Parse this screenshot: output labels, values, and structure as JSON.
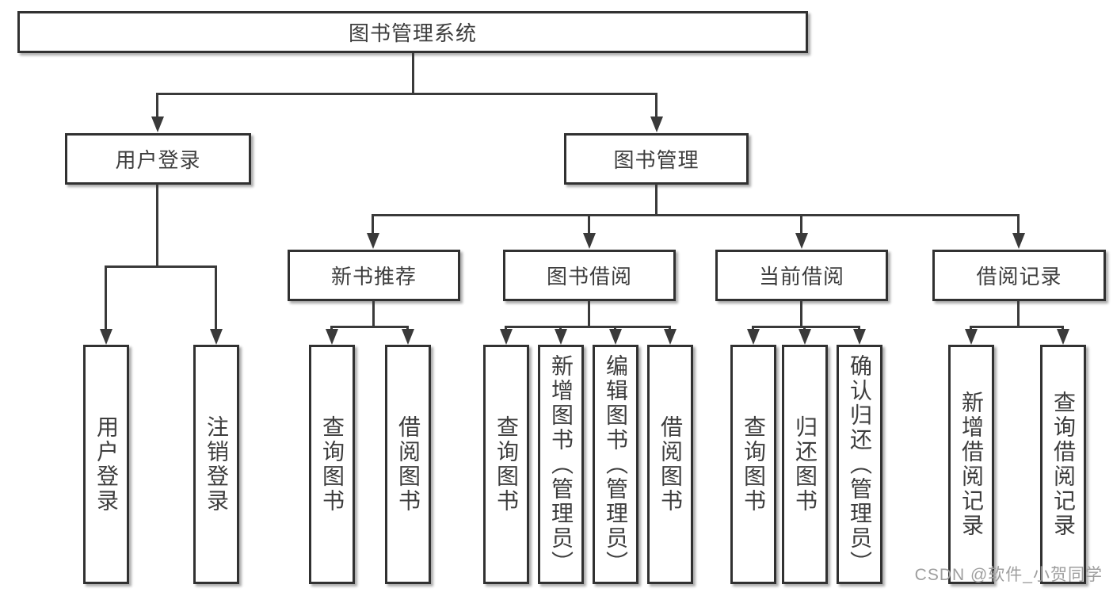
{
  "tree": {
    "label": "图书管理系统",
    "children": [
      {
        "label": "用户登录",
        "children": [
          {
            "label": "用户登录"
          },
          {
            "label": "注销登录"
          }
        ]
      },
      {
        "label": "图书管理",
        "children": [
          {
            "label": "新书推荐",
            "children": [
              {
                "label": "查询图书"
              },
              {
                "label": "借阅图书"
              }
            ]
          },
          {
            "label": "图书借阅",
            "children": [
              {
                "label": "查询图书"
              },
              {
                "label": "新增图书（管理员）"
              },
              {
                "label": "编辑图书（管理员）"
              },
              {
                "label": "借阅图书"
              }
            ]
          },
          {
            "label": "当前借阅",
            "children": [
              {
                "label": "查询图书"
              },
              {
                "label": "归还图书"
              },
              {
                "label": "确认归还（管理员）"
              }
            ]
          },
          {
            "label": "借阅记录",
            "children": [
              {
                "label": "新增借阅记录"
              },
              {
                "label": "查询借阅记录"
              }
            ]
          }
        ]
      }
    ]
  },
  "watermark": {
    "text": "CSDN @软件_小贺同学"
  },
  "colors": {
    "line": "#3a3a3a",
    "box_border": "#313131",
    "text": "#3d3d3d",
    "watermark": "#9e9e9e",
    "background": "#ffffff"
  }
}
